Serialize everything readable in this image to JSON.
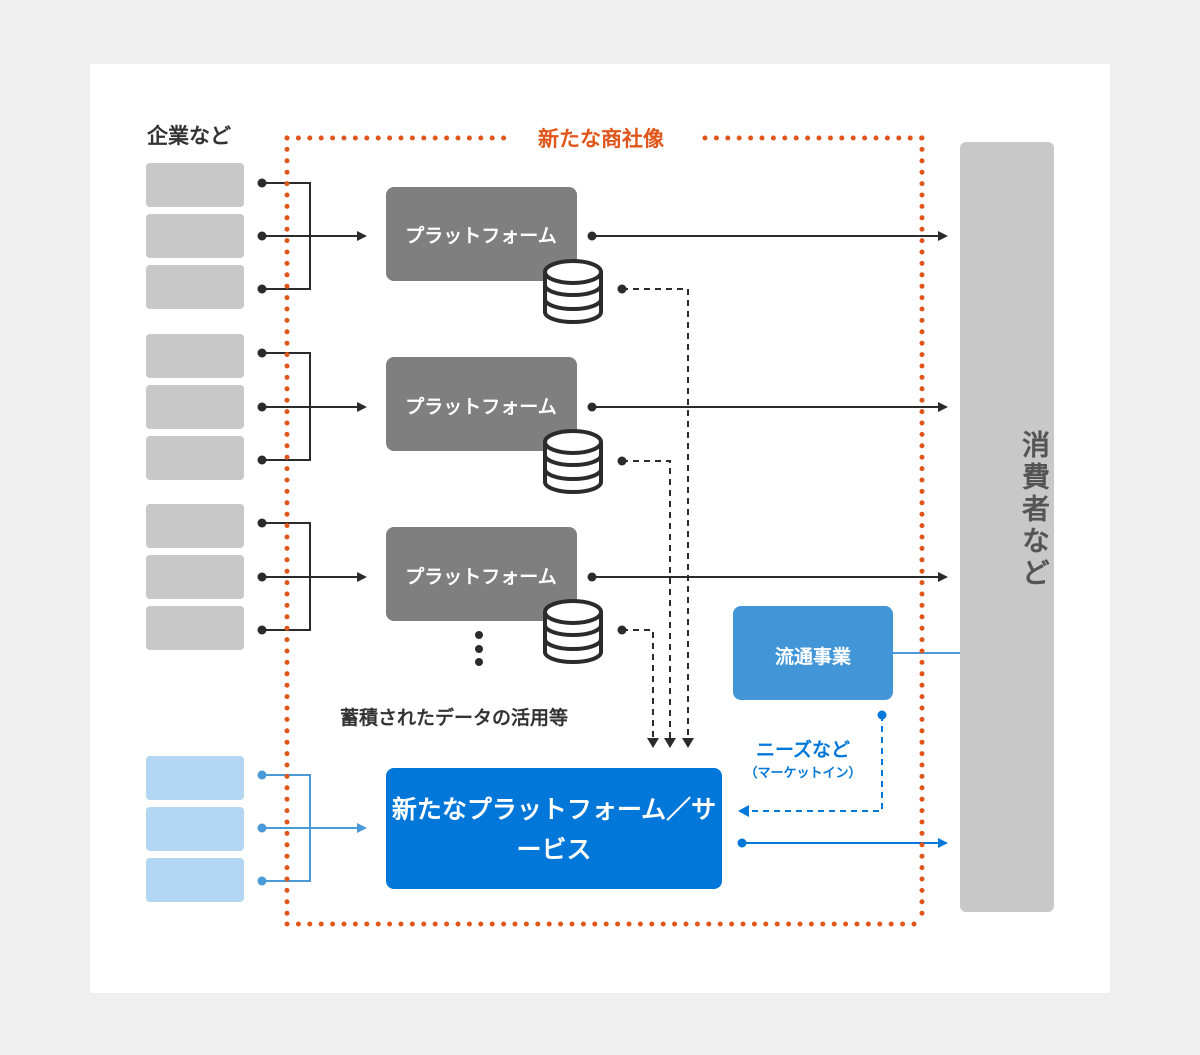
{
  "title": "新たな商社像",
  "companies_label": "企業など",
  "consumers_label": "消費者など",
  "platforms": [
    {
      "label": "プラットフォーム"
    },
    {
      "label": "プラットフォーム"
    },
    {
      "label": "プラットフォーム"
    }
  ],
  "ellipsis": "⋮",
  "data_usage_label": "蓄積されたデータの活用等",
  "distribution_label": "流通事業",
  "needs_label": "ニーズなど",
  "needs_sub_label": "（マーケットイン）",
  "new_platform_label": "新たなプラットフォーム／サービス",
  "colors": {
    "background": "#efefef",
    "card": "#ffffff",
    "frame_dots": "#e0561a",
    "company_box": "#c8c8c8",
    "platform_box": "#7f7f7f",
    "consumer_bar": "#c8c8c8",
    "line_dark": "#2b2b2b",
    "distribution_box": "#4296d8",
    "new_platform_box": "#0077d9",
    "new_company_box": "#b3d7f2",
    "blue_line": "#4a9ad8",
    "blue_accent": "#0077d9"
  }
}
